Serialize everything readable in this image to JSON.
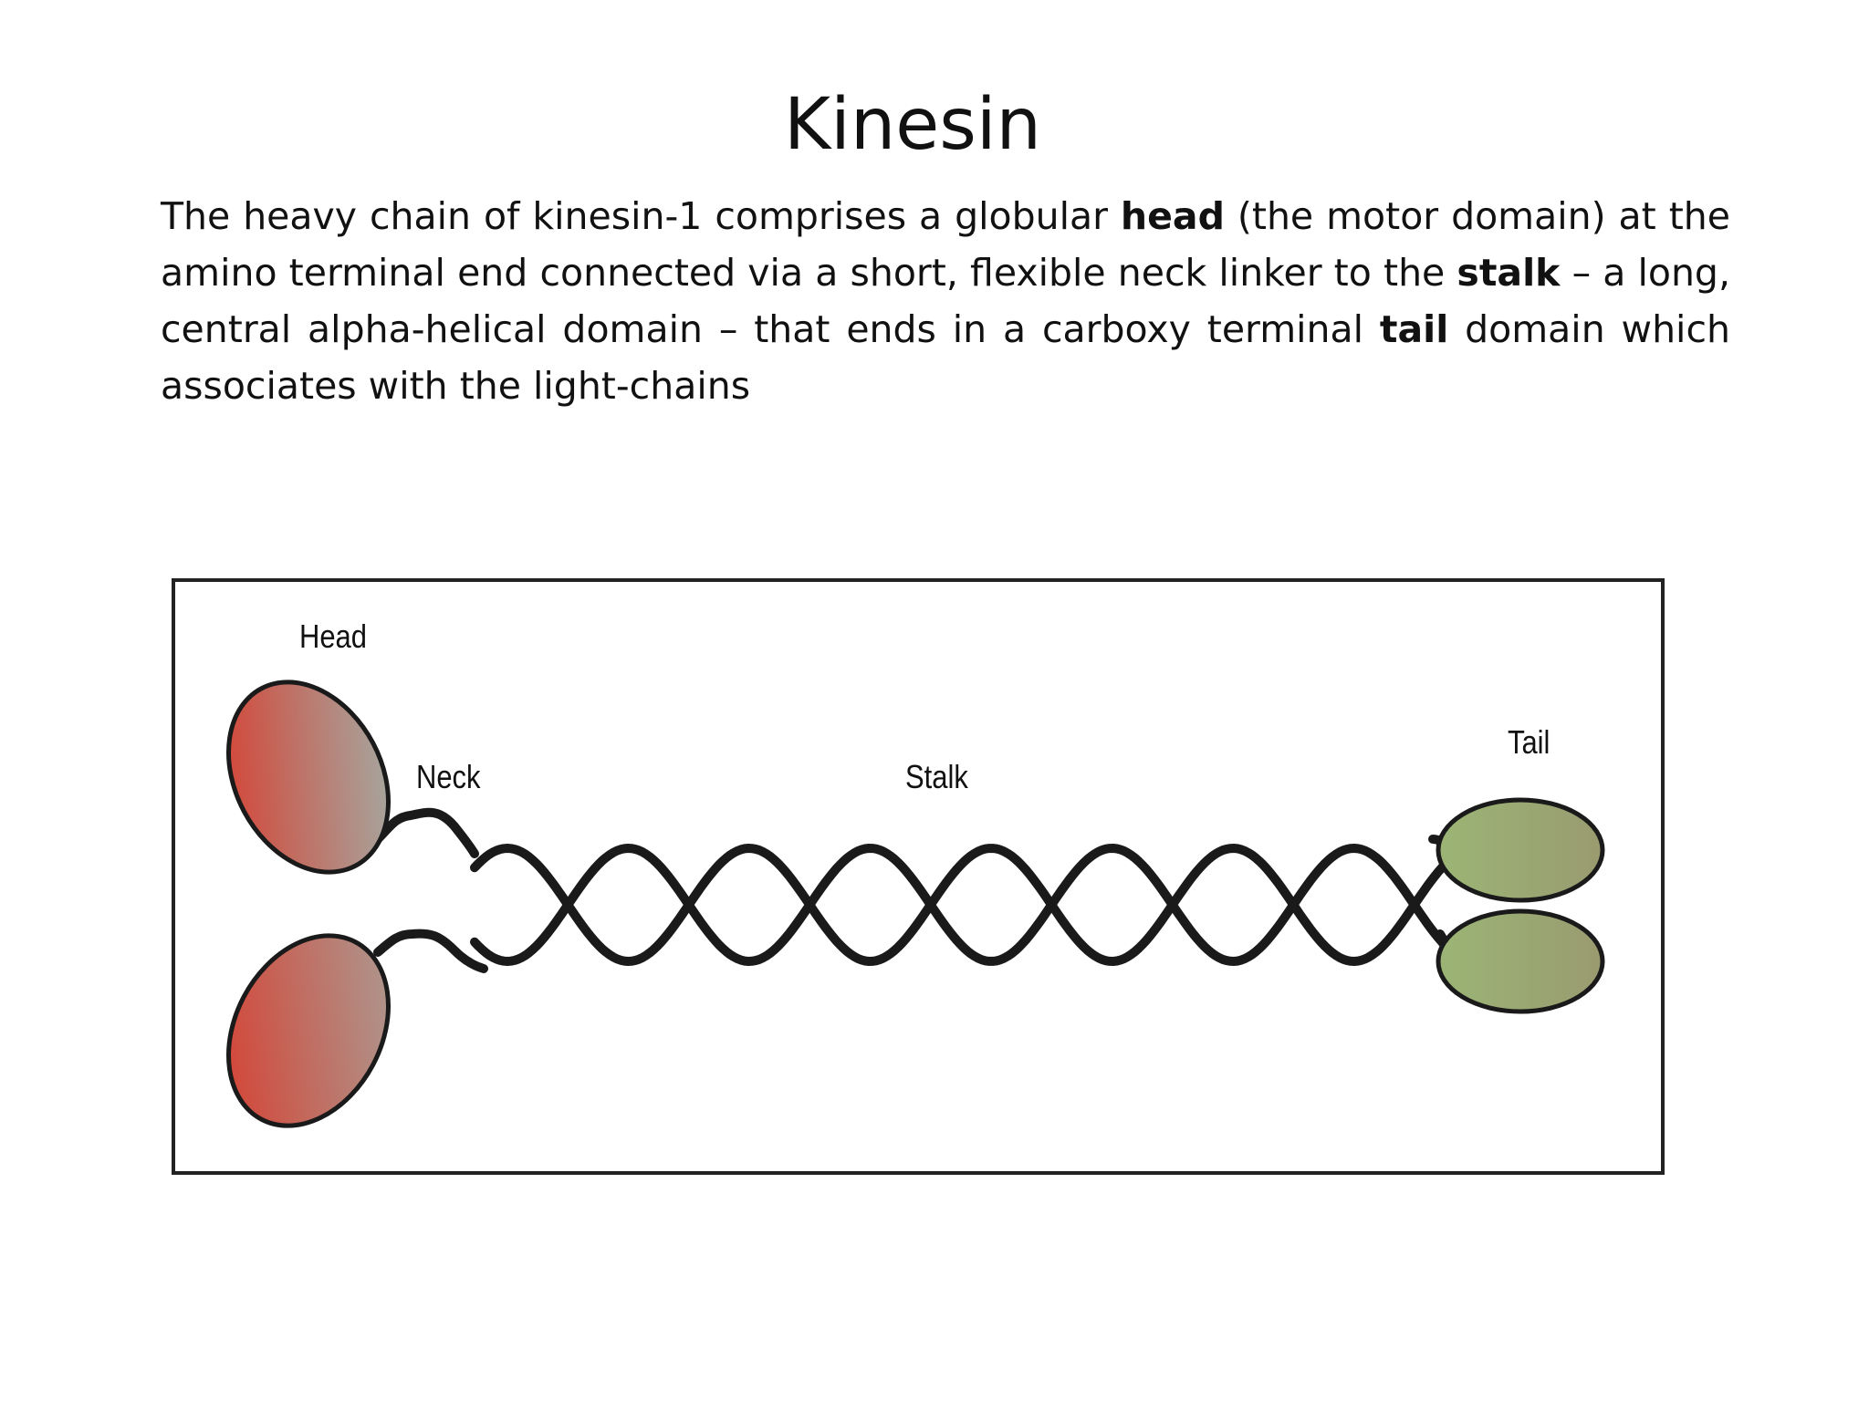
{
  "slide": {
    "title": "Kinesin",
    "body_parts": [
      "The heavy chain of kinesin-1 comprises a globular ",
      "head",
      " (the motor domain) at the amino terminal end connected via a short, flexible neck linker to the ",
      "stalk",
      " – a long, central alpha-helical domain – that ends in a carboxy terminal ",
      "tail",
      " domain which associates with the light-chains"
    ]
  },
  "diagram": {
    "labels": {
      "head": "Head",
      "neck": "Neck",
      "stalk": "Stalk",
      "tail": "Tail"
    },
    "colors": {
      "head_dark": "#d93a2b",
      "head_light": "#a8a29a",
      "tail_light": "#9bb575",
      "tail_dark": "#9a9b70",
      "outline": "#1a1a1a",
      "frame": "#222222"
    }
  }
}
